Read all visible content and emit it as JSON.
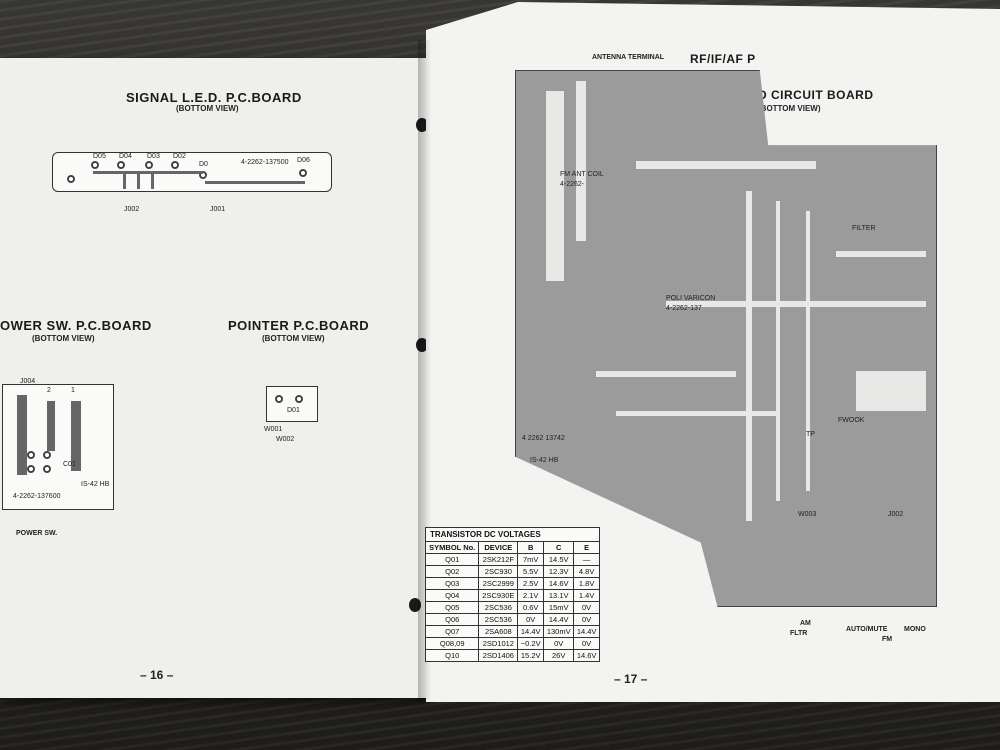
{
  "left_page": {
    "signal_led": {
      "title": "SIGNAL L.E.D. P.C.BOARD",
      "subtitle": "(BOTTOM VIEW)",
      "part_no": "4-2262-137500",
      "connectors": [
        "J002",
        "J001"
      ],
      "led_labels": [
        "D05",
        "D04",
        "D03",
        "D02",
        "D0",
        "D06"
      ]
    },
    "power_sw": {
      "title": "OWER SW. P.C.BOARD",
      "subtitle": "(BOTTOM VIEW)",
      "connector": "J004",
      "part_no": "4-2262-137600",
      "cap_label": "C01",
      "hb_label": "IS-42 HB",
      "caption": "POWER SW.",
      "pins": [
        "2",
        "1"
      ]
    },
    "pointer": {
      "title": "POINTER P.C.BOARD",
      "subtitle": "(BOTTOM VIEW)",
      "led_label": "D01",
      "wire_labels": [
        "W001",
        "W002"
      ]
    },
    "page_number": "– 16 –"
  },
  "right_page": {
    "title": "RF/IF/AF P",
    "title_cont": "D CIRCUIT BOARD",
    "subtitle": "(BOTTOM VIEW)",
    "antenna_label": "ANTENNA TERMINAL",
    "board_labels": [
      "FM ANT COIL",
      "4-2262-",
      "POLI VARICON",
      "4-2262-137",
      "FILTER",
      "4 2262 13742",
      "IS-42 HB",
      "J002",
      "W003",
      "TP",
      "FWOOK"
    ],
    "transistor_table": {
      "title": "TRANSISTOR DC VOLTAGES",
      "headers": [
        "SYMBOL No.",
        "DEVICE",
        "B",
        "C",
        "E"
      ],
      "rows": [
        [
          "Q01",
          "2SK212F",
          "7mV",
          "14.5V",
          "—"
        ],
        [
          "Q02",
          "2SC930",
          "5.5V",
          "12.3V",
          "4.8V"
        ],
        [
          "Q03",
          "2SC2999",
          "2.5V",
          "14.6V",
          "1.8V"
        ],
        [
          "Q04",
          "2SC930E",
          "2.1V",
          "13.1V",
          "1.4V"
        ],
        [
          "Q05",
          "2SC536",
          "0.6V",
          "15mV",
          "0V"
        ],
        [
          "Q06",
          "2SC536",
          "0V",
          "14.4V",
          "0V"
        ],
        [
          "Q07",
          "2SA608",
          "14.4V",
          "130mV",
          "14.4V"
        ],
        [
          "Q08,09",
          "2SD1012",
          "−0.2V",
          "0V",
          "0V"
        ],
        [
          "Q10",
          "2SD1406",
          "15.2V",
          "26V",
          "14.6V"
        ]
      ]
    },
    "bottom_labels": {
      "am": "AM",
      "auto_mute": "AUTO/MUTE",
      "mono": "MONO",
      "fm": "FM",
      "filter": "FLTR"
    },
    "page_number": "– 17 –"
  }
}
